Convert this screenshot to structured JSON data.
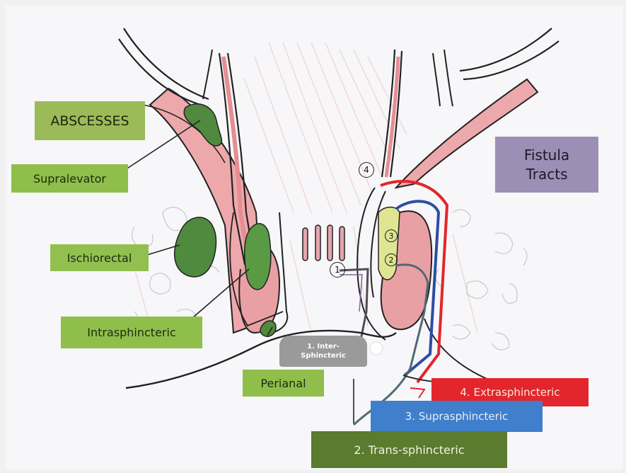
{
  "abscesses": {
    "heading": "ABSCESSES",
    "supralevator": "Supralevator",
    "ischiorectal": "Ischiorectal",
    "intrasphincteric": "Intrasphincteric",
    "perianal": "Perianal"
  },
  "fistula": {
    "heading_line1": "Fistula",
    "heading_line2": "Tracts",
    "inter_line1": "1. Inter-",
    "inter_line2": "Sphincteric",
    "trans": "2. Trans-sphincteric",
    "supra": "3. Suprasphincteric",
    "extra": "4. Extrasphincteric"
  },
  "markers": [
    "1",
    "2",
    "3",
    "4"
  ],
  "colors": {
    "muscle": "#e7a5a8",
    "abscess": "#4f8a3e",
    "extrasphincteric": "#e3262b",
    "suprasphincteric": "#3f7fcc",
    "transsphincteric": "#5b7b2e",
    "intersphincteric": "#9a9a9a",
    "fistula_box": "#9b8fb5",
    "abscess_box": "#9bbb59"
  }
}
